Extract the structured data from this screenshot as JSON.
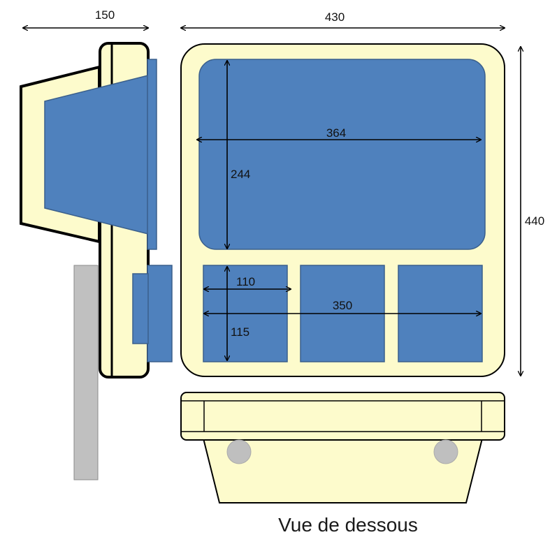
{
  "colors": {
    "cream": "#fdfbcc",
    "blue": "#4f81bd",
    "blue_edge": "#3a5f8c",
    "outline": "#000000",
    "gray_post": "#c0c0c0",
    "gray_wheel": "#bfbfbf"
  },
  "dimensions": {
    "side_depth": "150",
    "front_width": "430",
    "front_height": "440",
    "screen_width": "364",
    "screen_height": "244",
    "slot_width": "110",
    "slots_total_width": "350",
    "slot_height": "115"
  },
  "caption": "Vue de dessous"
}
